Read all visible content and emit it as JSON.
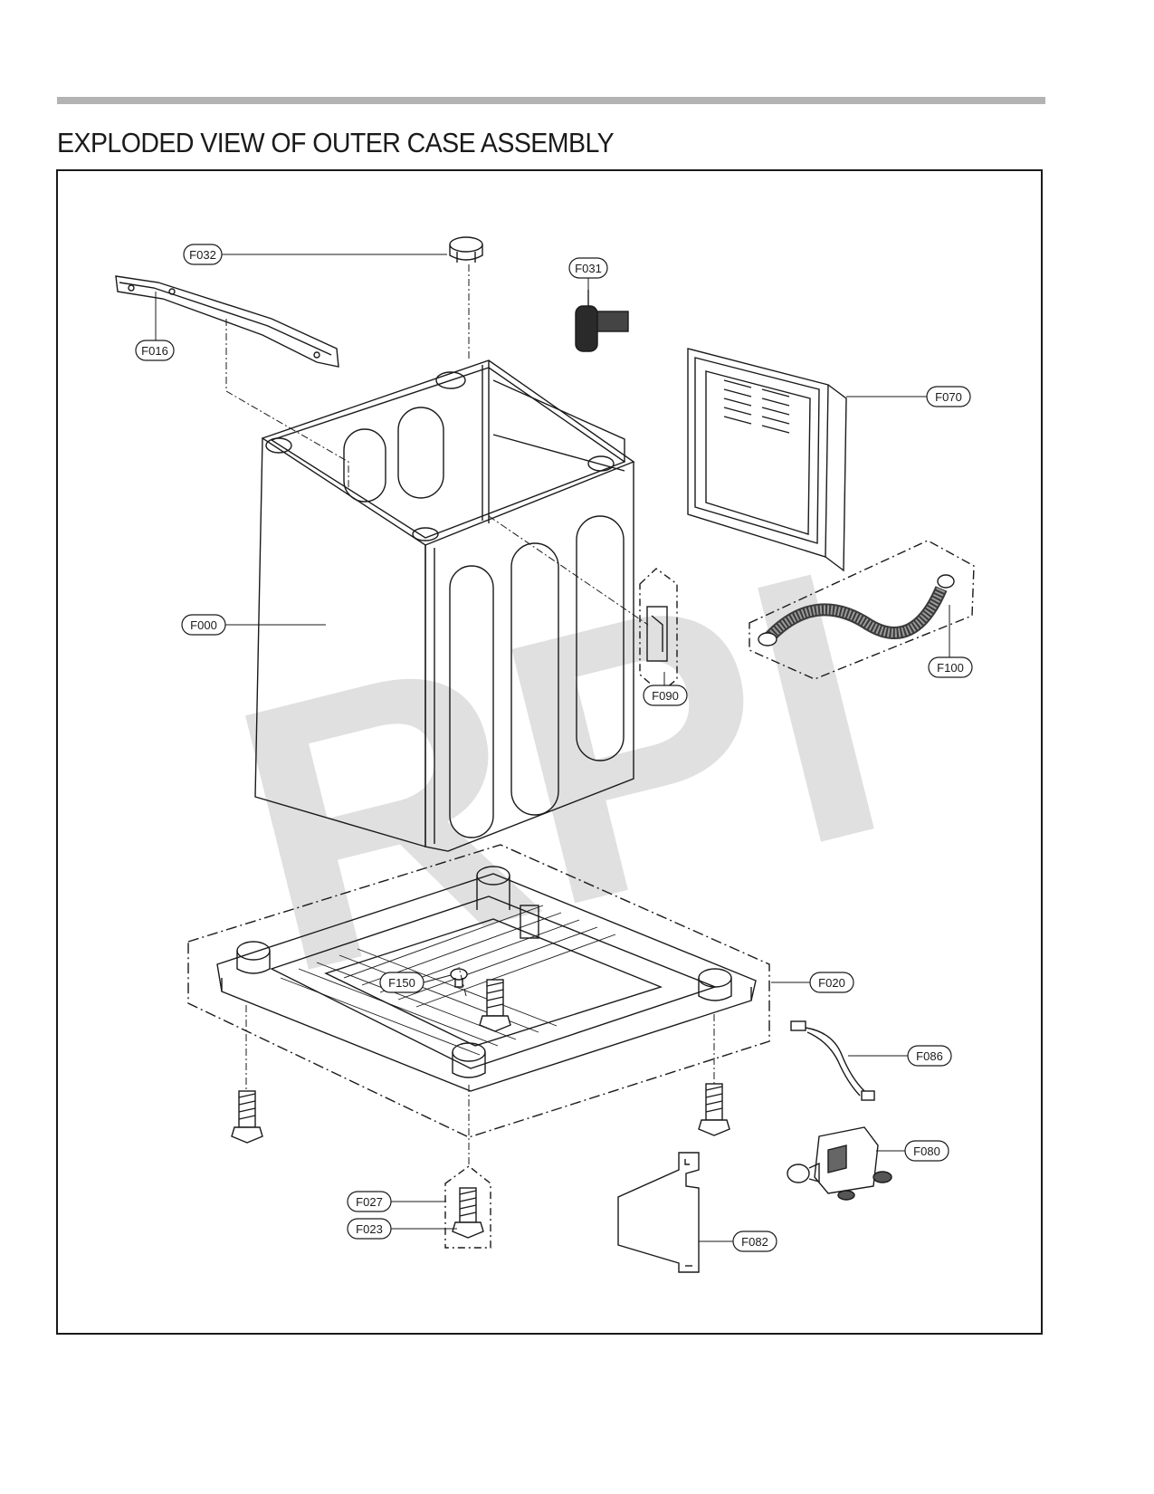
{
  "title": "EXPLODED VIEW OF OUTER CASE ASSEMBLY",
  "watermark": "RPI",
  "callouts": {
    "f032": "F032",
    "f031": "F031",
    "f016": "F016",
    "f070": "F070",
    "f000": "F000",
    "f100": "F100",
    "f090": "F090",
    "f020": "F020",
    "f150": "F150",
    "f086": "F086",
    "f080": "F080",
    "f027": "F027",
    "f023": "F023",
    "f082": "F082"
  },
  "colors": {
    "line": "#1a1a1a",
    "rule": "#b3b3b3",
    "watermark": "#c8c8c8"
  }
}
